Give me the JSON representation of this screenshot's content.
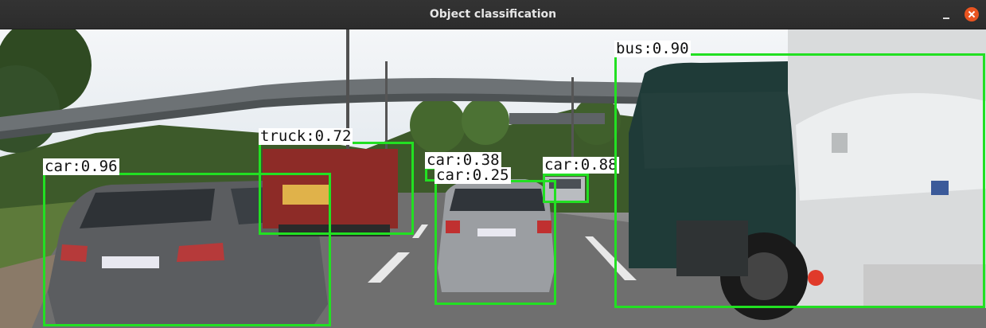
{
  "window": {
    "title": "Object classification",
    "minimize_icon": "minimize-icon",
    "close_icon": "close-icon",
    "close_color": "#e95420"
  },
  "detection_color": "#22e022",
  "detections": [
    {
      "label": "car:0.96"
    },
    {
      "label": "truck:0.72"
    },
    {
      "label": "car:0.38"
    },
    {
      "label": "car:0.25"
    },
    {
      "label": "car:0.88"
    },
    {
      "label": "bus:0.90"
    }
  ]
}
